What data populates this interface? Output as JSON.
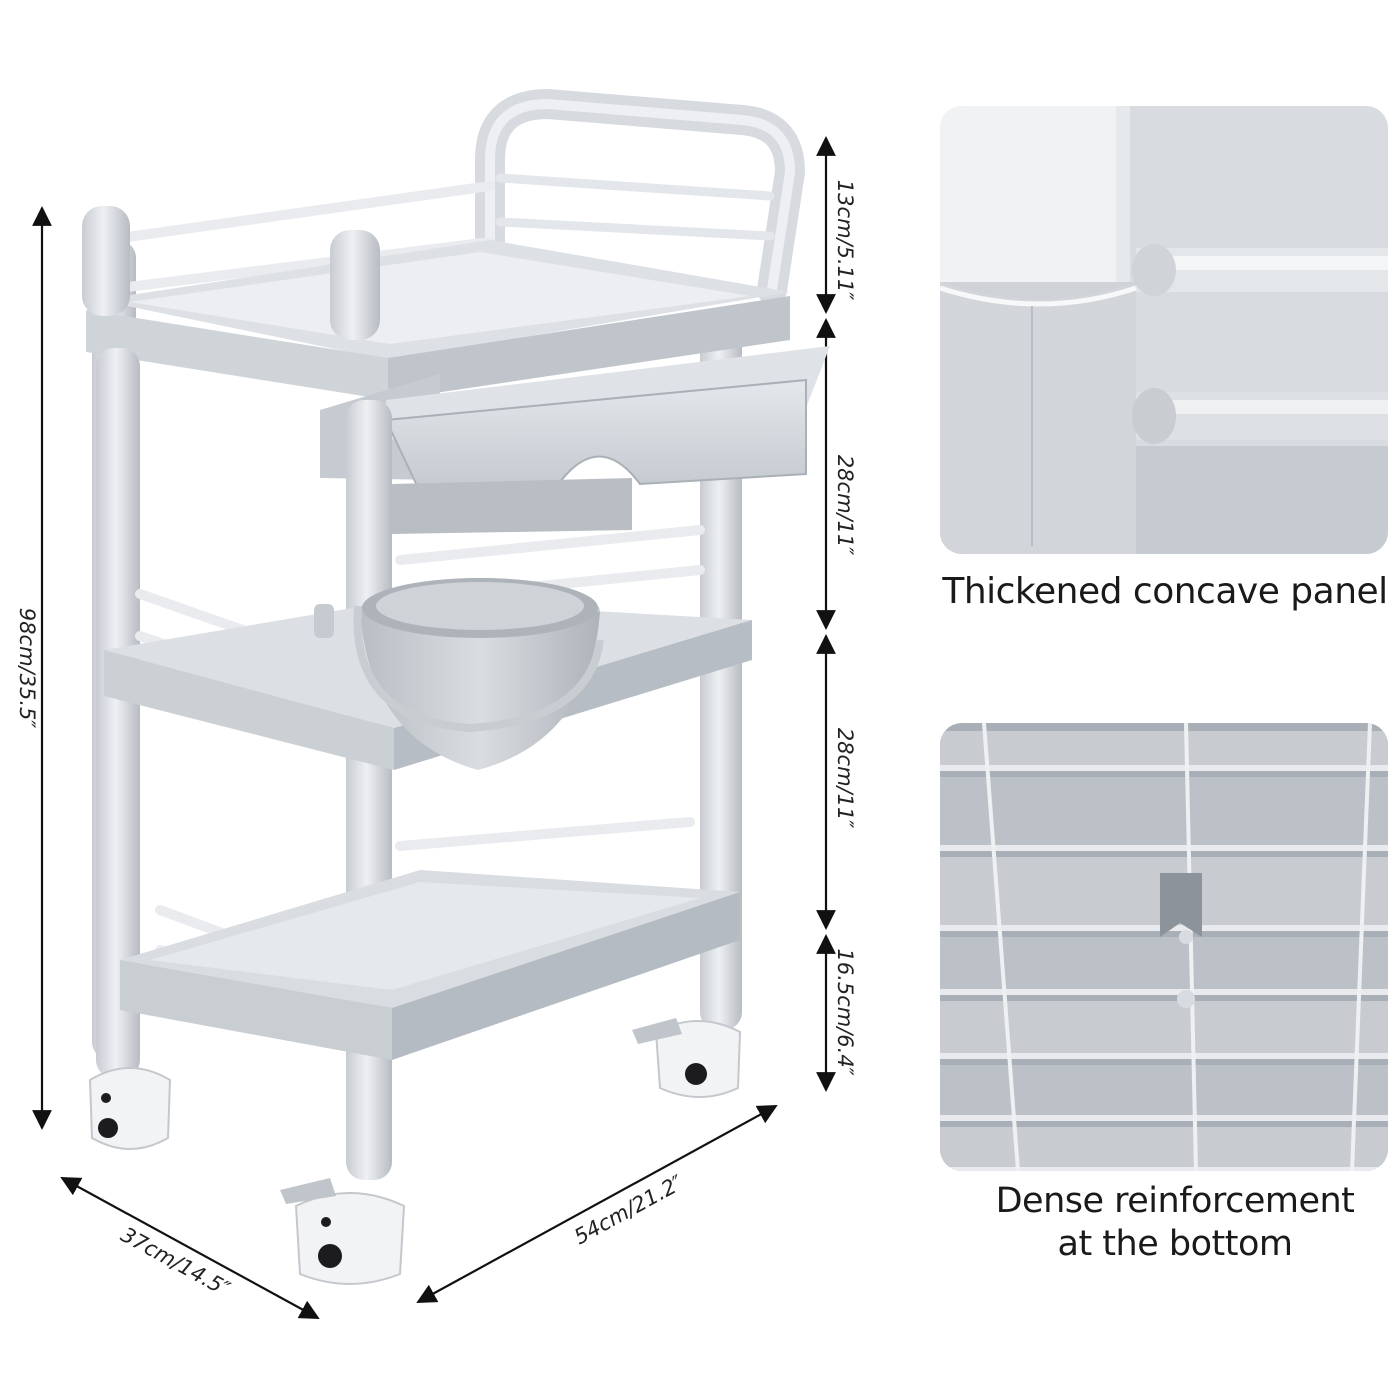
{
  "dimensions": {
    "height_total": "98cm/35.5″",
    "handle": "13cm/5.11″",
    "tier_top": "28cm/11″",
    "tier_mid": "28cm/11″",
    "base": "16.5cm/6.4″",
    "depth": "37cm/14.5″",
    "width": "54cm/21.2″"
  },
  "callouts": [
    {
      "caption": "Thickened concave panel"
    },
    {
      "caption": "Dense reinforcement\nat the bottom"
    }
  ],
  "colors": {
    "frame": "#dfe3e8",
    "frame_shadow": "#b9bfc6",
    "tray": "#c9ced3",
    "wheel": "#f2f3f5",
    "wheel_hub": "#1c1c1e"
  }
}
